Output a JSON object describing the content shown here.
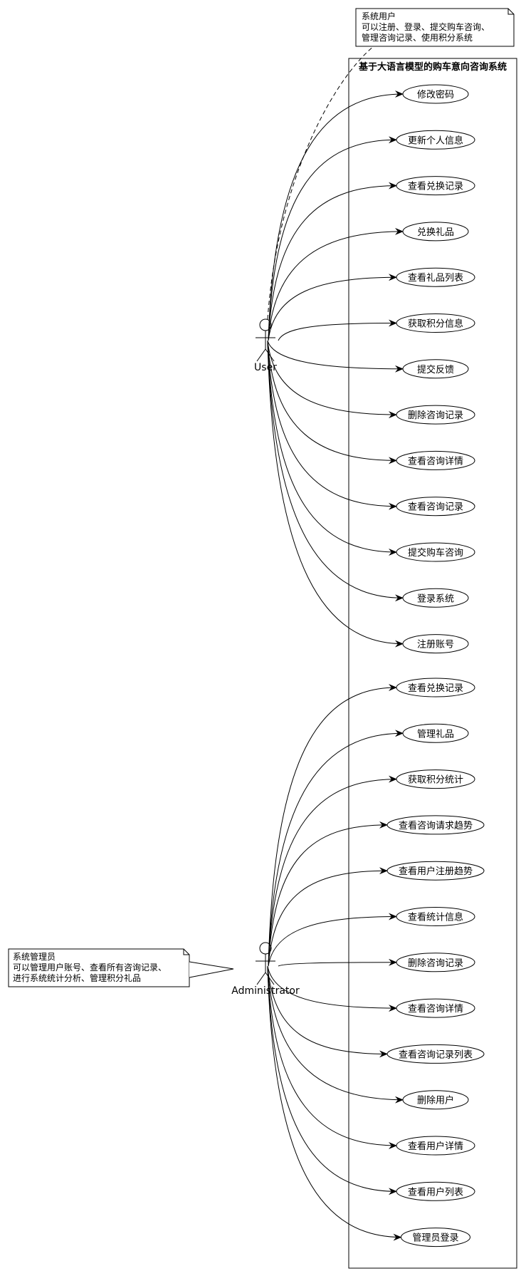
{
  "system": {
    "title": "基于大语言模型的购车意向咨询系统"
  },
  "actors": {
    "user": {
      "label": "User"
    },
    "admin": {
      "label": "Administrator"
    }
  },
  "notes": {
    "user": {
      "lines": [
        "系统用户",
        "可以注册、登录、提交购车咨询、",
        "管理咨询记录、使用积分系统"
      ]
    },
    "admin": {
      "lines": [
        "系统管理员",
        "可以管理用户账号、查看所有咨询记录、",
        "进行系统统计分析、管理积分礼品"
      ]
    }
  },
  "user_use_cases": [
    "修改密码",
    "更新个人信息",
    "查看兑换记录",
    "兑换礼品",
    "查看礼品列表",
    "获取积分信息",
    "提交反馈",
    "删除咨询记录",
    "查看咨询详情",
    "查看咨询记录",
    "提交购车咨询",
    "登录系统",
    "注册账号"
  ],
  "admin_use_cases": [
    "查看兑换记录",
    "管理礼品",
    "获取积分统计",
    "查看咨询请求趋势",
    "查看用户注册趋势",
    "查看统计信息",
    "删除咨询记录",
    "查看咨询详情",
    "查看咨询记录列表",
    "删除用户",
    "查看用户详情",
    "查看用户列表",
    "管理员登录"
  ],
  "colors": {
    "line": "#000000",
    "fill": "#ffffff"
  }
}
